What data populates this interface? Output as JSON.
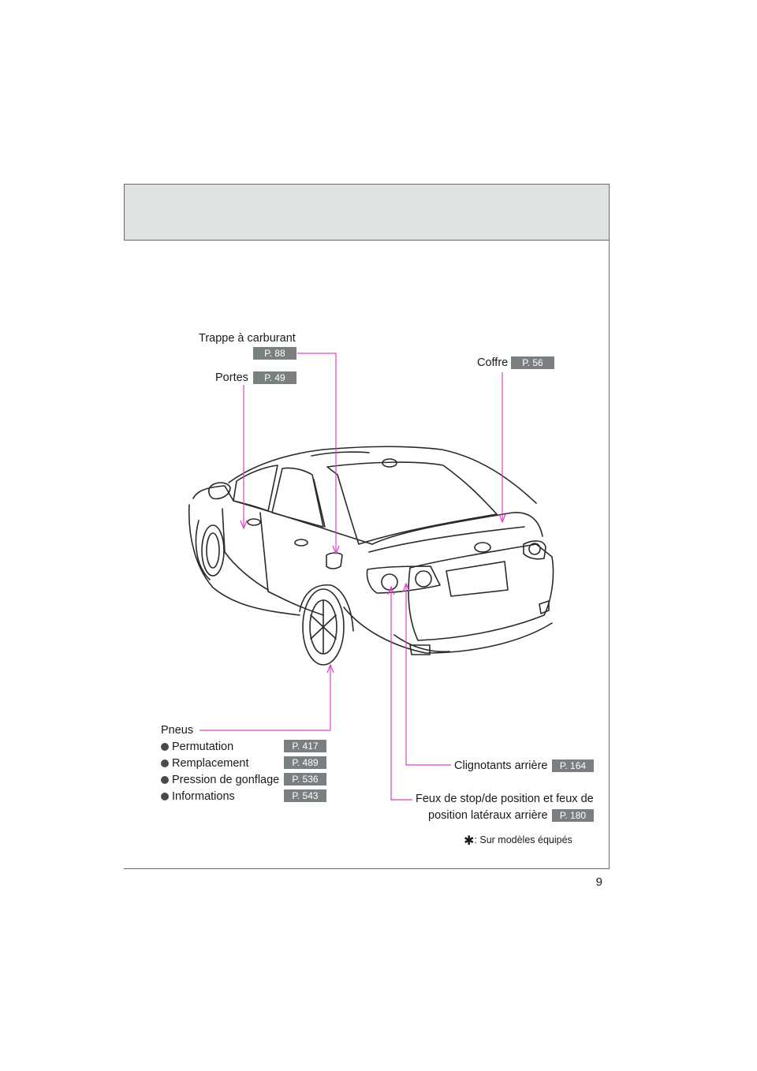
{
  "page": {
    "number": "9"
  },
  "labels": {
    "fuel_door": {
      "text": "Trappe à carburant",
      "page_ref": "P. 88"
    },
    "doors": {
      "text": "Portes",
      "page_ref": "P. 49"
    },
    "trunk": {
      "text": "Coffre",
      "page_ref": "P. 56"
    },
    "tires": {
      "text": "Pneus",
      "items": [
        {
          "text": "Permutation",
          "page_ref": "P. 417"
        },
        {
          "text": "Remplacement",
          "page_ref": "P. 489"
        },
        {
          "text": "Pression de gonflage",
          "page_ref": "P. 536"
        },
        {
          "text": "Informations",
          "page_ref": "P. 543"
        }
      ]
    },
    "rear_turn_signals": {
      "text": "Clignotants arrière",
      "page_ref": "P. 164"
    },
    "stop_lights": {
      "line1": "Feux de stop/de position et feux de",
      "line2": "position latéraux arrière",
      "page_ref": "P. 180"
    }
  },
  "footnote": {
    "symbol": "✱",
    "text": ": Sur modèles équipés"
  },
  "colors": {
    "leader": "#e040c8",
    "badge": "#7a7f82",
    "header_band": "#dfe2e3"
  }
}
